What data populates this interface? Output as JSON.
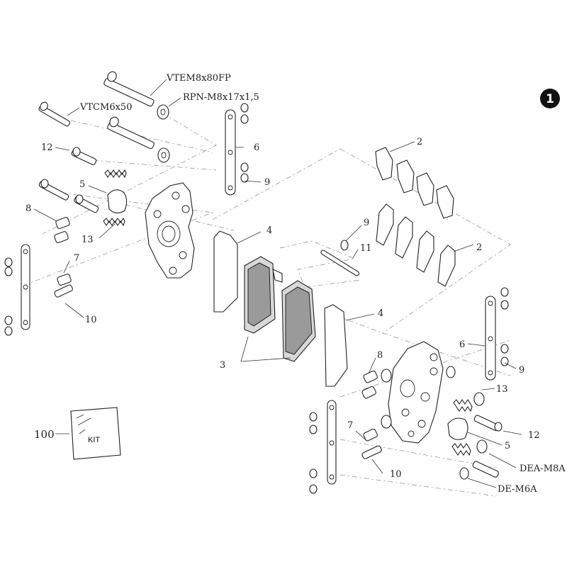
{
  "badge": "1",
  "labels": {
    "vtem": "VTEM8x80FP",
    "rpn": "RPN-M8x17x1,5",
    "vtcm": "VTCM6x50",
    "l12_left": "12",
    "l5_left": "5",
    "l8_left": "8",
    "l13_left": "13",
    "l7_left": "7",
    "l10_left": "10",
    "l6_top": "6",
    "l9_top": "9",
    "l2_top": "2",
    "l9_mid": "9",
    "l11": "11",
    "l2_mid": "2",
    "l4_left": "4",
    "l4_right": "4",
    "l3": "3",
    "l8_right": "8",
    "l6_right": "6",
    "l9_right": "9",
    "l13_right": "13",
    "l7_right": "7",
    "l12_right": "12",
    "l5_right": "5",
    "dea": "DEA-M8A",
    "l10_right": "10",
    "de": "DE-M6A",
    "l100": "100",
    "kit": "KIT"
  }
}
